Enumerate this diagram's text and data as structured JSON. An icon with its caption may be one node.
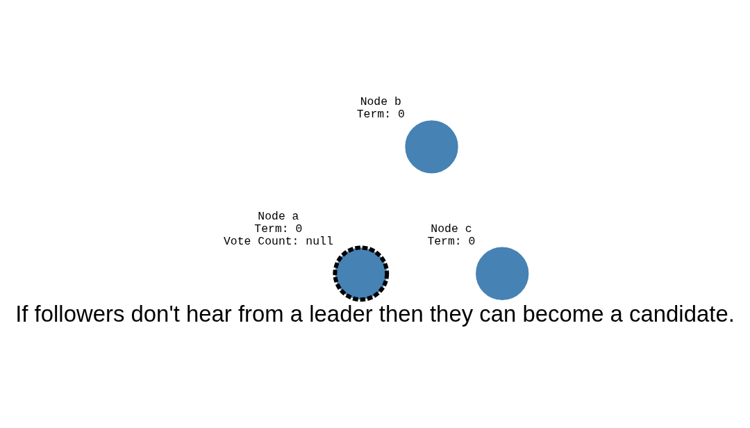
{
  "diagram": {
    "caption": "If followers don't hear from a leader then they can become a candidate.",
    "nodes": [
      {
        "text": [],
        "shape": "circle",
        "beside": [
          "Node b",
          "Term: 0"
        ]
      },
      {
        "text": [],
        "shape": "circle",
        "beside": [
          "Node a",
          "Term: 0",
          "Vote Count: null"
        ]
      },
      {
        "text": [],
        "shape": "circle",
        "beside": [
          "Node c",
          "Term: 0"
        ]
      }
    ],
    "edges": []
  }
}
